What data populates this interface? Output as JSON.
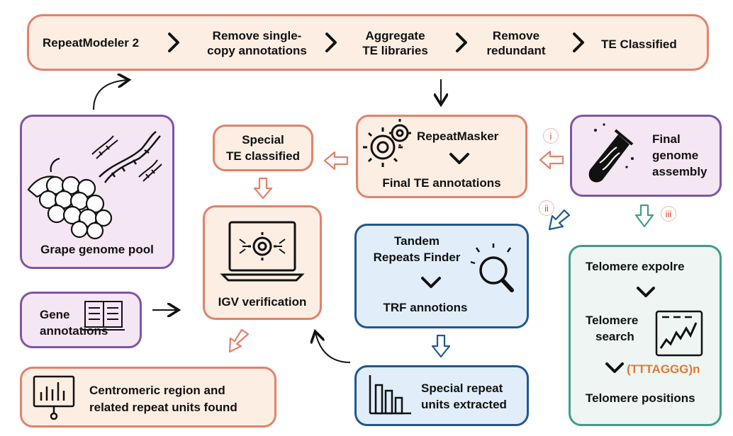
{
  "pipeline": {
    "step1": "RepeatModeler 2",
    "step2_line1": "Remove single-",
    "step2_line2": "copy annotations",
    "step3_line1": "Aggregate",
    "step3_line2": "TE libraries",
    "step4_line1": "Remove",
    "step4_line2": "redundant",
    "step5": "TE Classified"
  },
  "grape_pool": {
    "label": "Grape genome pool"
  },
  "gene_annotations": {
    "line1": "Gene",
    "line2": "annotations"
  },
  "special_te": {
    "line1": "Special",
    "line2": "TE classified"
  },
  "repeatmasker": {
    "title": "RepeatMasker",
    "result": "Final TE annotations"
  },
  "final_assembly": {
    "line1": "Final",
    "line2": "genome",
    "line3": "assembly"
  },
  "igv": {
    "label": "IGV verification"
  },
  "trf": {
    "line1": "Tandem",
    "line2": "Repeats Finder",
    "result": "TRF annotions"
  },
  "telomere": {
    "step1": "Telomere expolre",
    "step2_line1": "Telomere",
    "step2_line2": "search",
    "sequence": "(TTTAGGG)n",
    "step3": "Telomere positions"
  },
  "centromeric": {
    "line1": "Centromeric region and",
    "line2": "related repeat units found"
  },
  "special_repeat": {
    "line1": "Special repeat",
    "line2": "units extracted"
  },
  "badges": {
    "i": "i",
    "ii": "ii",
    "iii": "iii"
  },
  "colors": {
    "peach_fill": "#fdeee3",
    "peach_border": "#e1826b",
    "purple_border": "#7d56a6",
    "blue_border": "#21578f",
    "teal_border": "#3f9e8a",
    "badge_text": "#d6442c",
    "sequence_text": "#e07a2e"
  }
}
